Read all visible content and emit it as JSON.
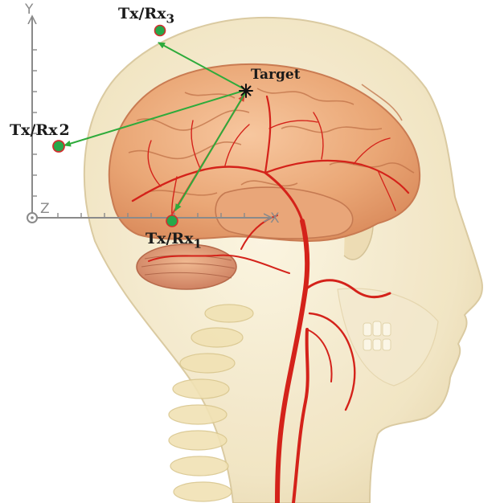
{
  "axes": {
    "y_label": "Y",
    "x_label": "X",
    "z_label": "Z"
  },
  "labels": {
    "target": "Target",
    "txrx1_main": "Tx/Rx",
    "txrx1_sub": "1",
    "txrx2_main": "Tx/Rx",
    "txrx2_sub": "2",
    "txrx3_main": "Tx/Rx",
    "txrx3_sub": "3"
  },
  "colors": {
    "transmit_path": "#d93a2f",
    "receive_path": "#2eab3b",
    "node_fill": "#27a84a",
    "node_ring": "#d12f2f",
    "axis": "#8a8a8a",
    "artery": "#d4221a",
    "brain": "#e8a57a",
    "skin": "#f1e6c8"
  },
  "icons": {
    "target_marker": "asterisk-icon",
    "node_marker": "antenna-node-icon"
  }
}
